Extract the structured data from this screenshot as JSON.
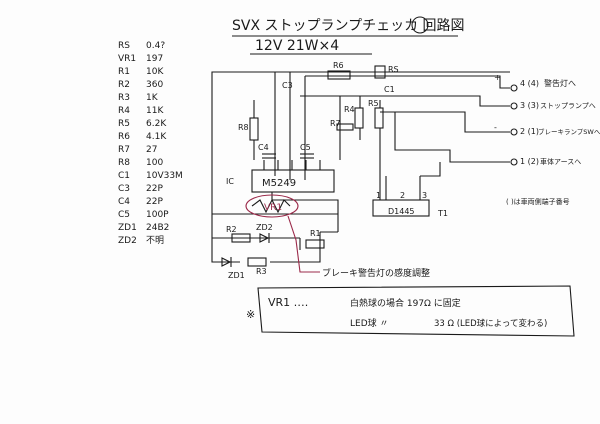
{
  "title": "SVX ストップランプチェッカ 回路図",
  "title_circled_char": "回",
  "subtitle": "12V 21W×4",
  "parts_list": [
    {
      "ref": "RS",
      "val": "0.4?"
    },
    {
      "ref": "VR1",
      "val": "197"
    },
    {
      "ref": "R1",
      "val": "10K"
    },
    {
      "ref": "R2",
      "val": "360"
    },
    {
      "ref": "R3",
      "val": "1K"
    },
    {
      "ref": "R4",
      "val": "11K"
    },
    {
      "ref": "R5",
      "val": "6.2K"
    },
    {
      "ref": "R6",
      "val": "4.1K"
    },
    {
      "ref": "R7",
      "val": "27"
    },
    {
      "ref": "R8",
      "val": "100"
    },
    {
      "ref": "C1",
      "val": "10V33M"
    },
    {
      "ref": "C3",
      "val": "22P"
    },
    {
      "ref": "C4",
      "val": "22P"
    },
    {
      "ref": "C5",
      "val": "100P"
    },
    {
      "ref": "ZD1",
      "val": "24B2"
    },
    {
      "ref": "ZD2",
      "val": "不明"
    }
  ],
  "schematic": {
    "ic1_label": "IC",
    "ic1_part": "M5249",
    "t1_part": "D1445",
    "t1_label": "T1",
    "vr1_label": "VR1",
    "labels": {
      "rs": "RS",
      "r6": "R6",
      "r4": "R4",
      "r7": "R7",
      "r8": "R8",
      "r5": "R5",
      "c1": "C1",
      "c4": "C4",
      "c5": "C5",
      "c3": "C3",
      "r2": "R2",
      "zd2": "ZD2",
      "r1": "R1",
      "zd1": "ZD1",
      "r3": "R3",
      "plus": "+",
      "minus": "-"
    },
    "pins": [
      "1",
      "2",
      "3"
    ],
    "connectors": [
      {
        "num": "4 (4)",
        "desc": "警告灯へ"
      },
      {
        "num": "3 (3)",
        "desc": "ストップランプへ"
      },
      {
        "num": "2 (1)",
        "desc": "ブレーキランプSWへ"
      },
      {
        "num": "1 (2)",
        "desc": "車体アースへ"
      }
    ],
    "connector_note": "( )は車両側端子番号",
    "vr1_callout": "ブレーキ警告灯の感度調整"
  },
  "note": {
    "mark": "※",
    "head": "VR1 ‥‥",
    "line1": "白熱球の場合 197Ω に固定",
    "line2_a": "LED球 〃",
    "line2_b": "33 Ω (LED球によって変わる)"
  }
}
